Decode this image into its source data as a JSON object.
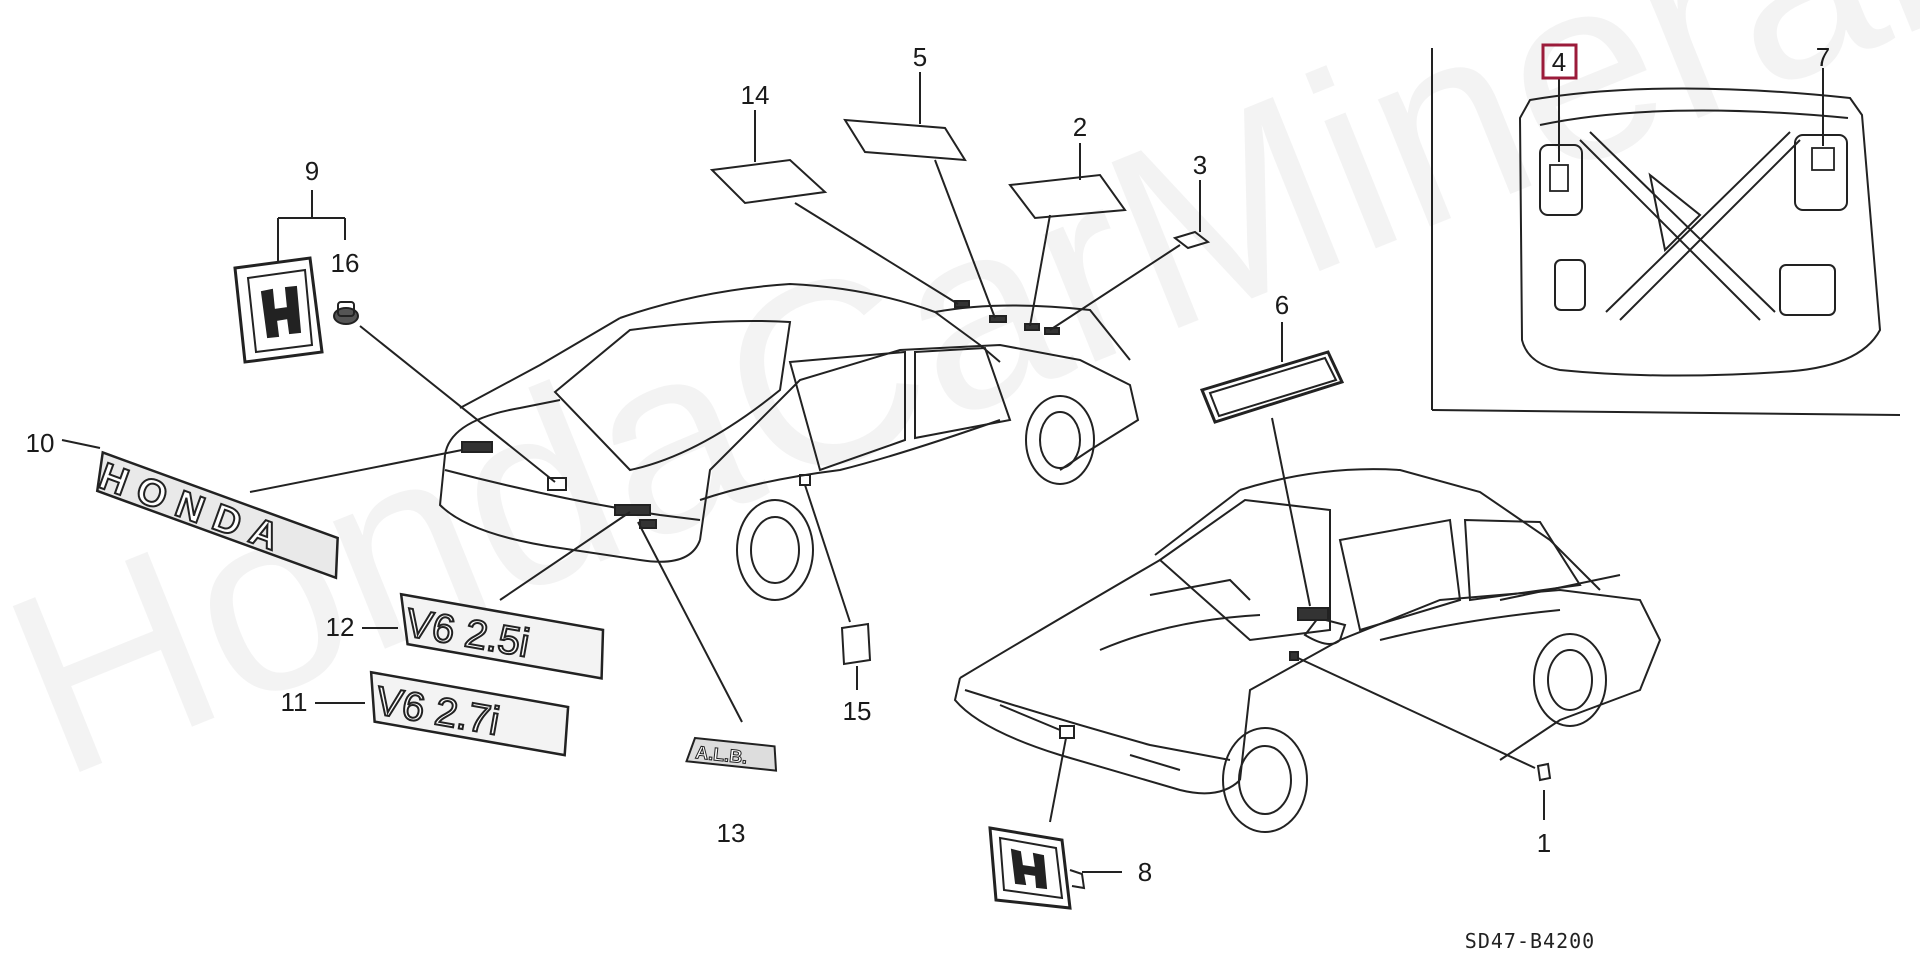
{
  "diagram": {
    "watermark": "HondaCarMineral",
    "diagram_code": "SD47-B4200",
    "highlight_color": "#9b1b3a",
    "callouts": {
      "c1": "1",
      "c2": "2",
      "c3": "3",
      "c4": "4",
      "c5": "5",
      "c6": "6",
      "c7": "7",
      "c8": "8",
      "c9": "9",
      "c10": "10",
      "c11": "11",
      "c12": "12",
      "c13": "13",
      "c14": "14",
      "c15": "15",
      "c16": "16"
    },
    "emblem_text": {
      "honda": "HONDA",
      "v6_25i": "V6 2.5i",
      "v6_27i": "V6 2.7i",
      "ali": "A.L.B."
    }
  }
}
